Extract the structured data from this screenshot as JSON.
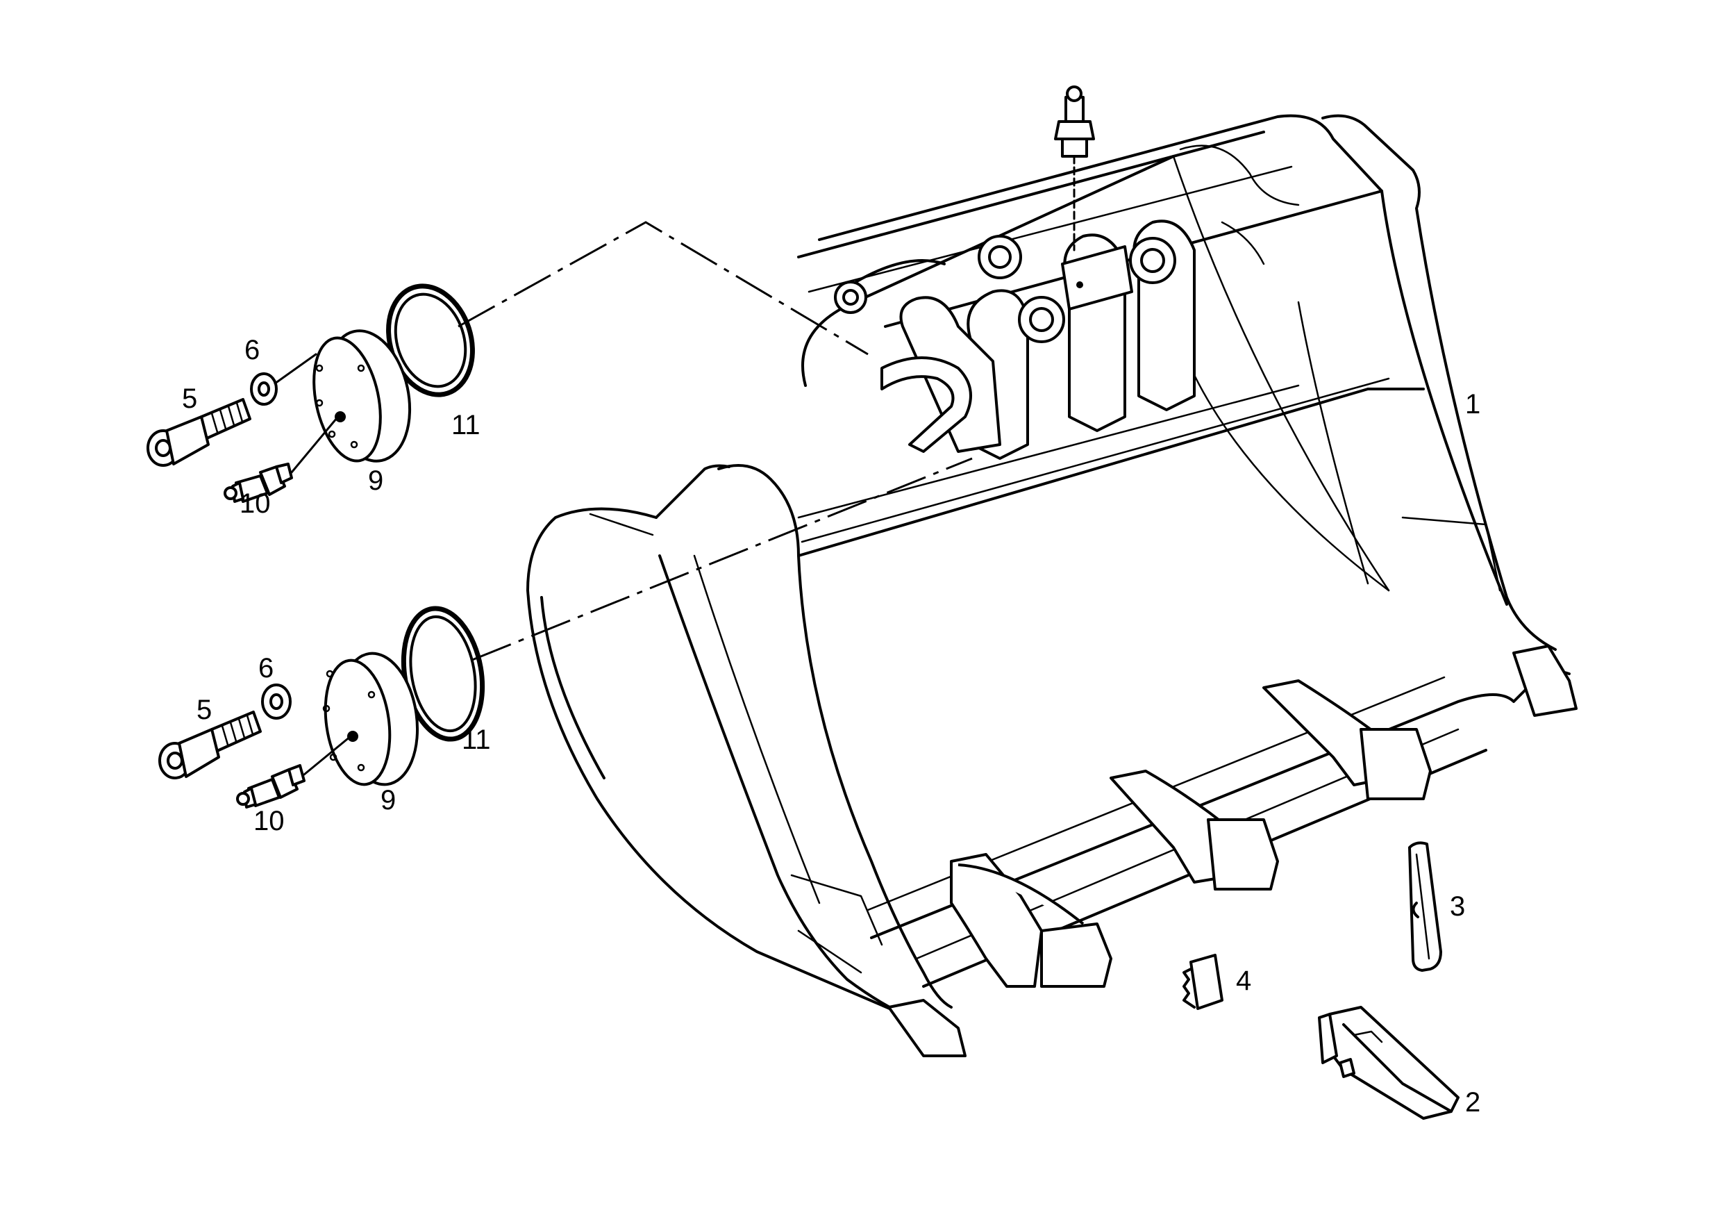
{
  "diagram": {
    "callouts": {
      "c1": "1",
      "c2": "2",
      "c3": "3",
      "c4": "4",
      "c5a": "5",
      "c6a": "6",
      "c9a": "9",
      "c10a": "10",
      "c11a": "11",
      "c5b": "5",
      "c6b": "6",
      "c9b": "9",
      "c10b": "10",
      "c11b": "11"
    }
  }
}
